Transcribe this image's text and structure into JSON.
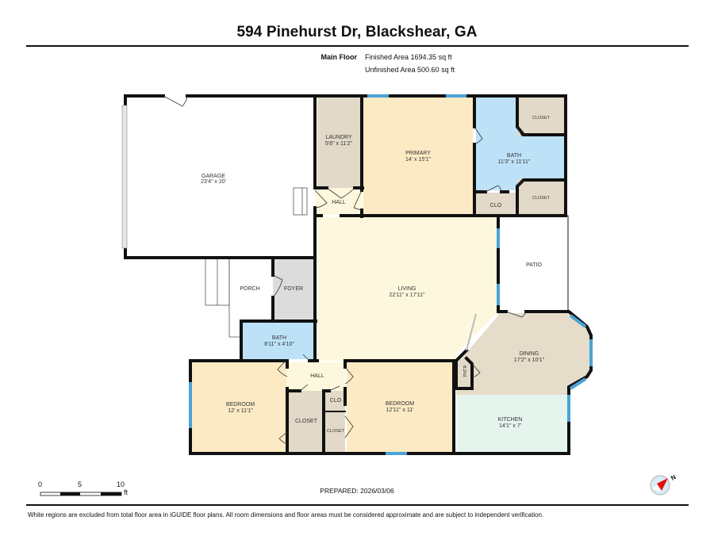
{
  "header": {
    "title": "594 Pinehurst Dr, Blackshear, GA",
    "floor_label": "Main Floor",
    "finished_area": "Finished Area 1694.35 sq ft",
    "unfinished_area": "Unfinished Area 500.60 sq ft"
  },
  "colors": {
    "wall": "#111111",
    "window": "#4aa3d6",
    "bedroom": "#fbeac4",
    "living": "#fdf8dd",
    "bath": "#bde2f8",
    "utility": "#e2d9c9",
    "foyer": "#dcdcdc",
    "kitchen": "#e6f4ee",
    "exterior": "#ffffff"
  },
  "rooms": {
    "garage": {
      "name": "GARAGE",
      "dims": "23'4\" x 20'"
    },
    "laundry": {
      "name": "LAUNDRY",
      "dims": "5'6\" x 11'2\""
    },
    "hall_north": {
      "name": "HALL"
    },
    "primary": {
      "name": "PRIMARY",
      "dims": "14' x 15'1\""
    },
    "primary_bath": {
      "name": "BATH",
      "dims": "11'3\" x 11'11\""
    },
    "closet_ne_top": {
      "name": "CLOSET"
    },
    "closet_ne_bottom": {
      "name": "CLOSET"
    },
    "clo_ne": {
      "name": "CLO"
    },
    "living": {
      "name": "LIVING",
      "dims": "22'11\" x 17'11\""
    },
    "patio": {
      "name": "PATIO"
    },
    "porch": {
      "name": "PORCH"
    },
    "foyer": {
      "name": "FOYER"
    },
    "bath_hall": {
      "name": "BATH",
      "dims": "8'11\" x 4'10\""
    },
    "dining": {
      "name": "DINING",
      "dims": "17'2\" x 10'1\""
    },
    "pantry": {
      "name": "PNTR"
    },
    "kitchen": {
      "name": "KITCHEN",
      "dims": "14'1\" x 7'"
    },
    "bedroom_west": {
      "name": "BEDROOM",
      "dims": "12' x 11'1\""
    },
    "hall_south": {
      "name": "HALL"
    },
    "closet_south": {
      "name": "CLOSET"
    },
    "clo_south": {
      "name": "CLO"
    },
    "closet_south_small": {
      "name": "CLOSET"
    },
    "bedroom_east": {
      "name": "BEDROOM",
      "dims": "12'11\" x 11'"
    }
  },
  "scale_bar": {
    "ticks": [
      "0",
      "5",
      "10"
    ],
    "unit": "ft"
  },
  "compass": {
    "label": "N",
    "icon": "compass-icon"
  },
  "footer": {
    "prepared": "PREPARED: 2026/03/06",
    "disclaimer": "White regions are excluded from total floor area in iGUIDE floor plans. All room dimensions and floor areas must be considered approximate and are subject to independent verification."
  }
}
